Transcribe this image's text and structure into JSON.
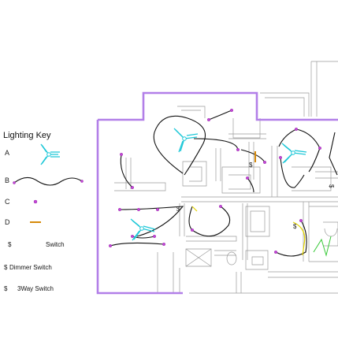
{
  "key": {
    "title": "Lighting Key",
    "items": [
      {
        "letter": "A",
        "icon": "ceiling-fan-icon"
      },
      {
        "letter": "B",
        "icon": "wire-run-icon"
      },
      {
        "letter": "C",
        "icon": "fixture-dot-icon"
      },
      {
        "letter": "D",
        "icon": "fluorescent-bar-icon"
      }
    ],
    "switches": [
      {
        "symbol": "$",
        "label": "Switch"
      },
      {
        "symbol": "$",
        "label": "Dimmer Switch"
      },
      {
        "symbol": "$",
        "label": "3Way Switch"
      }
    ]
  },
  "colors": {
    "exterior_wall": "#b27fe8",
    "fan": "#1fc8d8",
    "fixture": "#c447d8",
    "fluorescent": "#e3d400",
    "wall": "#9a9a9a"
  }
}
